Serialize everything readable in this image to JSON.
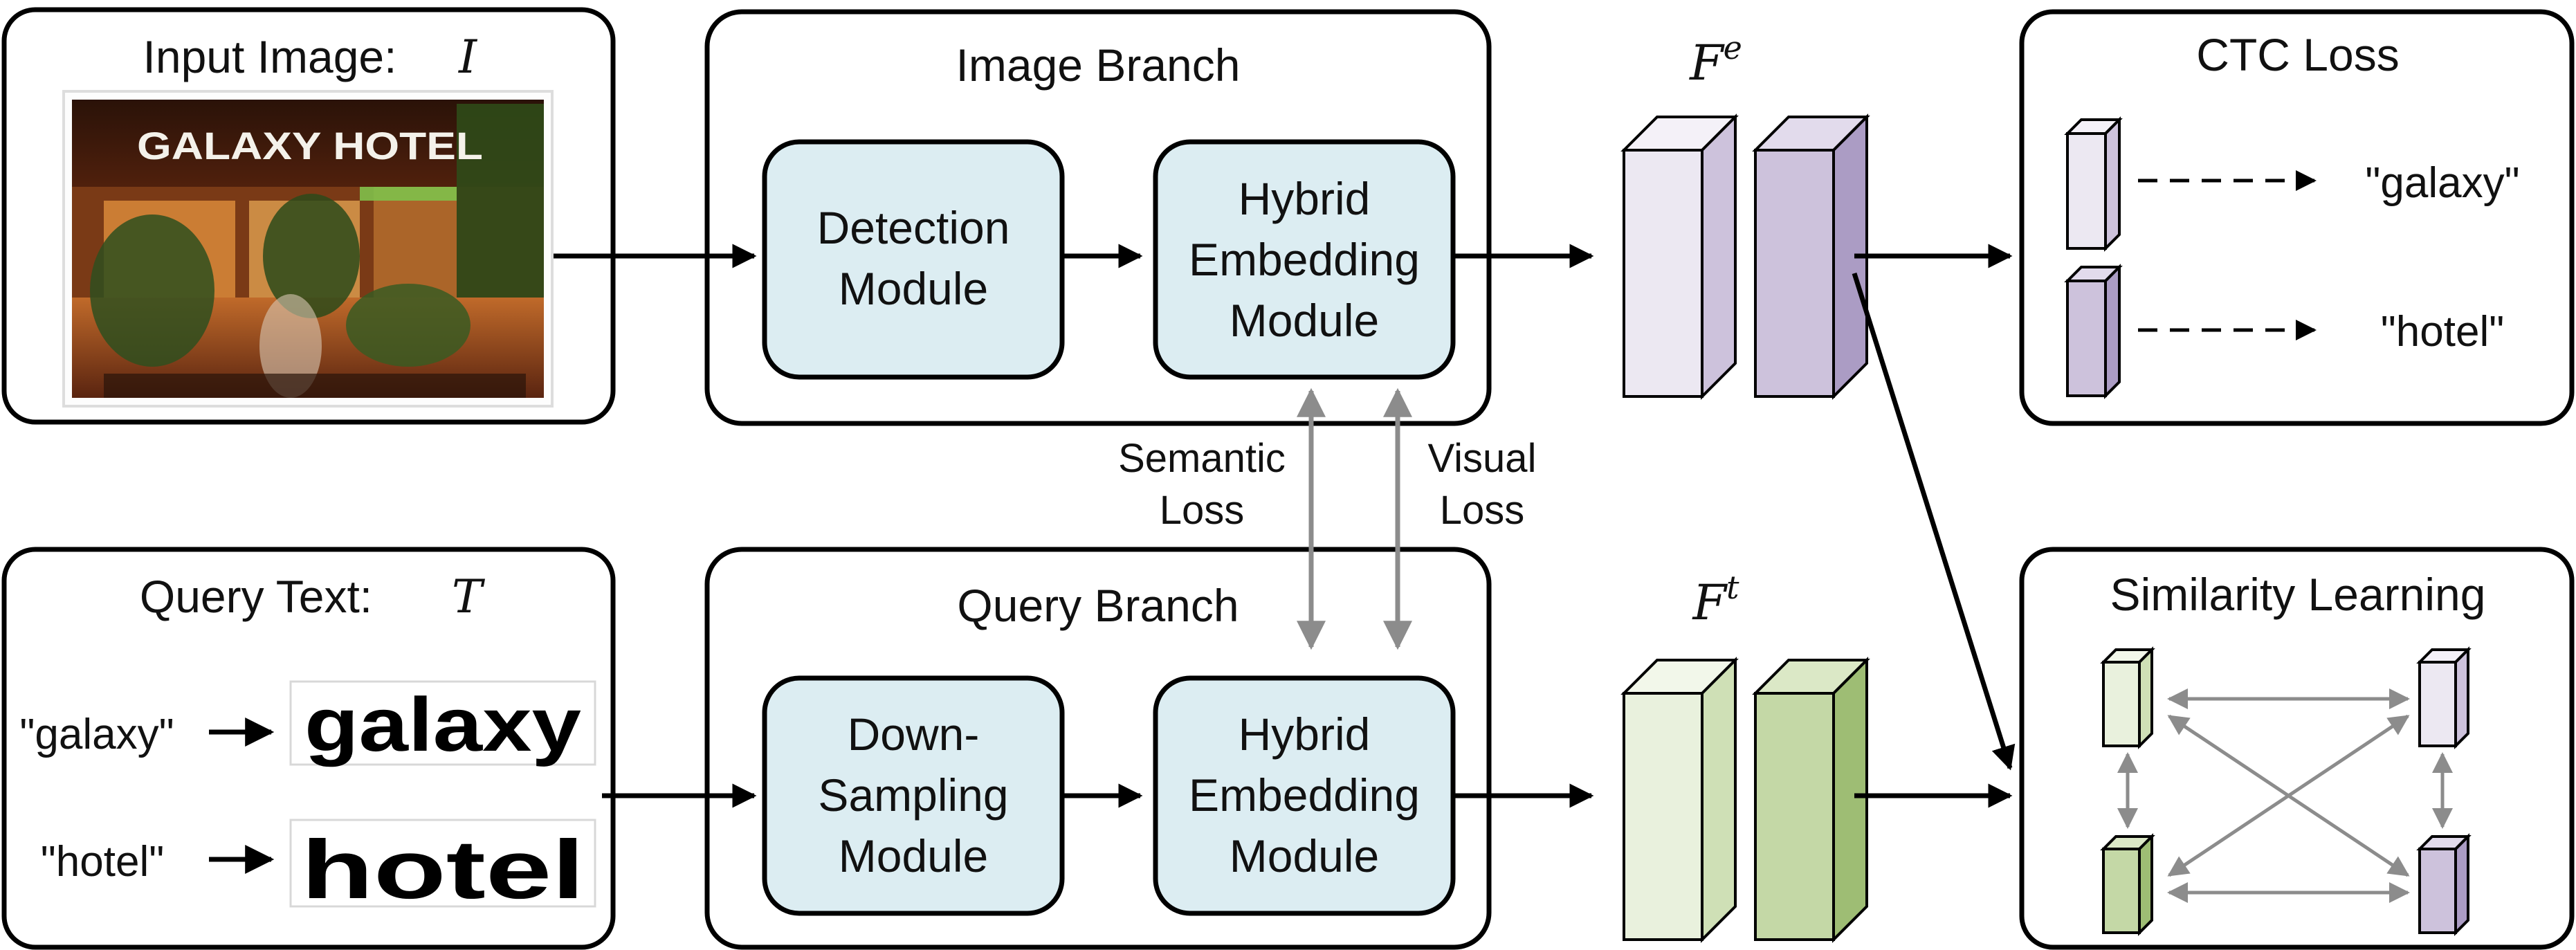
{
  "input_panel": {
    "title": "Input Image:",
    "symbol": "I",
    "photo_sign": "GALAXY HOTEL"
  },
  "query_text_panel": {
    "title": "Query Text:",
    "symbol": "T",
    "queries": [
      {
        "text": "\"galaxy\"",
        "word_image": "galaxy"
      },
      {
        "text": "\"hotel\"",
        "word_image": "hotel"
      }
    ]
  },
  "image_branch": {
    "title": "Image Branch",
    "module1": [
      "Detection",
      "Module"
    ],
    "module2": [
      "Hybrid",
      "Embedding",
      "Module"
    ]
  },
  "query_branch": {
    "title": "Query Branch",
    "module1": [
      "Down-",
      "Sampling",
      "Module"
    ],
    "module2": [
      "Hybrid",
      "Embedding",
      "Module"
    ]
  },
  "losses": {
    "semantic": [
      "Semantic",
      "Loss"
    ],
    "visual": [
      "Visual",
      "Loss"
    ]
  },
  "features": {
    "image_feature": {
      "base": "F",
      "sup": "e"
    },
    "text_feature": {
      "base": "F",
      "sup": "t"
    }
  },
  "ctc_panel": {
    "title": "CTC Loss",
    "outputs": [
      "\"galaxy\"",
      "\"hotel\""
    ]
  },
  "similarity_panel": {
    "title": "Similarity Learning"
  },
  "colors": {
    "module_fill": "#dcedf2",
    "image_feat_light": "#ece8f2",
    "image_feat_dark": "#cdc2dc",
    "text_feat_light": "#e9f1dd",
    "text_feat_dark": "#c4d8a6",
    "loss_arrow": "#8c8c8c"
  }
}
